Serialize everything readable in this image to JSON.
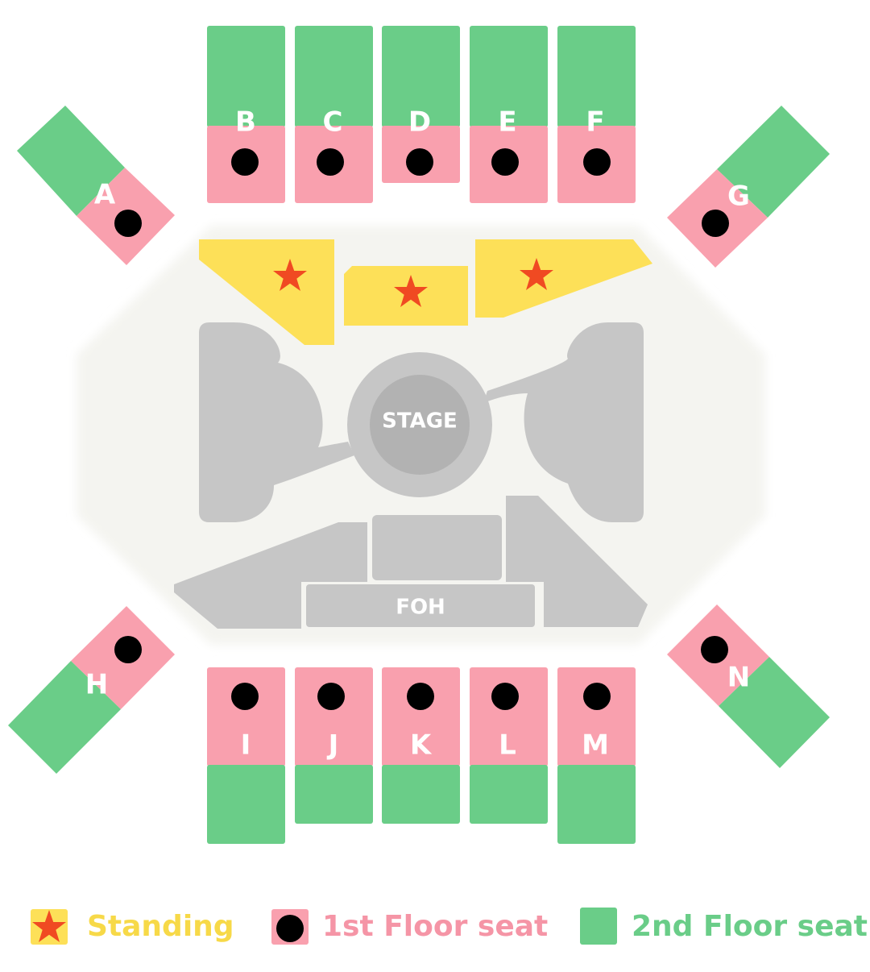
{
  "colors": {
    "first_floor": "#f9a0ae",
    "second_floor": "#6acd88",
    "standing": "#fde058",
    "star": "#f04a22",
    "gray": "#c6c6c6",
    "floor": "#f4f4f0",
    "dot": "#000000",
    "standing_text": "#f7d948",
    "first_text": "#f595a6",
    "second_text": "#6acd88"
  },
  "venue": {
    "stage_label": "STAGE",
    "foh_label": "FOH"
  },
  "sections": {
    "A": "A",
    "B": "B",
    "C": "C",
    "D": "D",
    "E": "E",
    "F": "F",
    "G": "G",
    "H": "H",
    "I": "I",
    "J": "J",
    "K": "K",
    "L": "L",
    "M": "M",
    "N": "N"
  },
  "legend": {
    "standing": "Standing",
    "first_floor": "1st Floor seat",
    "second_floor": "2nd Floor seat"
  }
}
